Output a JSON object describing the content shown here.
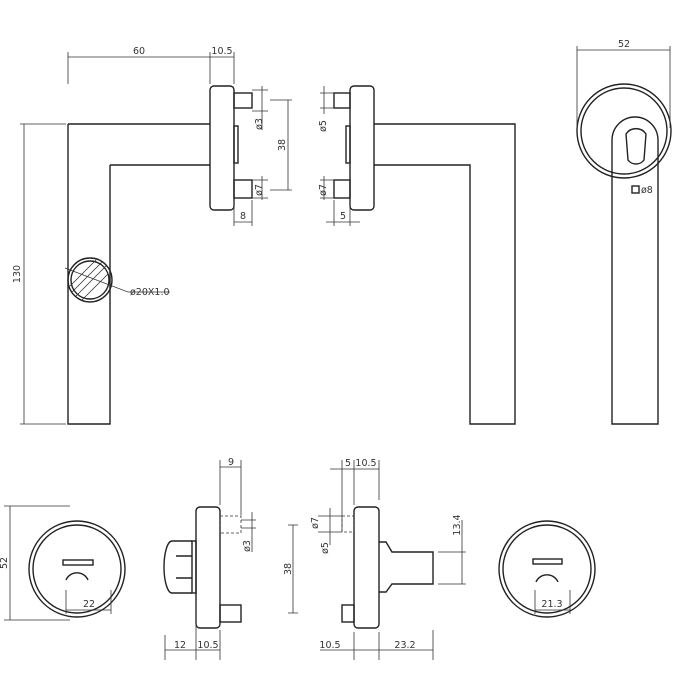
{
  "top_left": {
    "width_60": "60",
    "rose_10_5": "10.5",
    "height_130": "130",
    "tube": "ø20X1.0",
    "dia3": "ø3",
    "dia7": "ø7",
    "spacing_38": "38",
    "len_8": "8"
  },
  "top_middle": {
    "dia5": "ø5",
    "dia7": "ø7",
    "len_5": "5"
  },
  "top_right": {
    "dia_52": "52",
    "dia8": "ø8"
  },
  "bottom_left": {
    "dia_52": "52",
    "slot_22": "22"
  },
  "bottom_mid_left": {
    "len_9": "9",
    "dia3": "ø3",
    "len_12": "12",
    "rose_10_5": "10.5"
  },
  "bottom_mid_right": {
    "len_5": "5",
    "rose_10_5": "10.5",
    "dia7": "ø7",
    "dia5": "ø5",
    "spacing_38": "38",
    "knob_13_4": "13.4",
    "rose_10_5b": "10.5",
    "knob_23_2": "23.2"
  },
  "bottom_right": {
    "slot_21_3": "21.3"
  }
}
